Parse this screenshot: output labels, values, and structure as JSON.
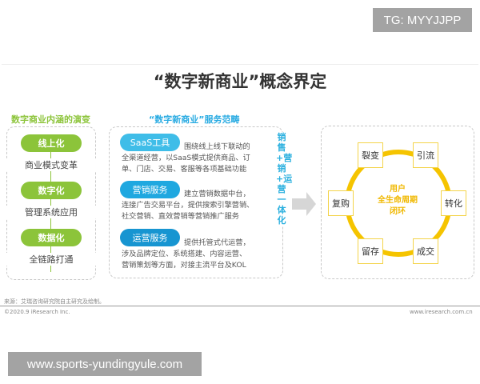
{
  "watermark_top": "TG: MYYJJPP",
  "watermark_bottom": "www.sports-yundingyule.com",
  "title": "“数字新商业”概念界定",
  "left": {
    "heading": "数字商业内涵的演变",
    "stages": [
      {
        "label": "线上化",
        "desc": "商业模式变革"
      },
      {
        "label": "数字化",
        "desc": "管理系统应用"
      },
      {
        "label": "数据化",
        "desc": "全链路打通"
      }
    ]
  },
  "middle": {
    "heading": "“数字新商业”服务范畴",
    "services": [
      {
        "label": "SaaS工具",
        "lines": [
          "围绕线上线下联动的",
          "全渠道经营，以SaaS模式提供商品、订",
          "单、门店、交易、客服等各项基础功能"
        ]
      },
      {
        "label": "营销服务",
        "lines": [
          "建立营销数据中台，",
          "连接广告交易平台，提供搜索引擎营销、",
          "社交营销、直效营销等营销推广服务"
        ]
      },
      {
        "label": "运营服务",
        "lines": [
          "提供托管式代运营，",
          "涉及品牌定位、系统搭建、内容运营、",
          "营销策划等方面，对接主流平台及KOL"
        ]
      }
    ],
    "vertical": "销售+营销+运营一体化"
  },
  "right": {
    "center": [
      "用户",
      "全生命周期",
      "闭环"
    ],
    "nodes": [
      "裂变",
      "引流",
      "转化",
      "成交",
      "留存",
      "复购"
    ]
  },
  "footer": {
    "source": "来源：艾瑞咨询研究院自主研究及绘制。",
    "copyright": "©2020.9 iResearch Inc.",
    "url": "www.iresearch.com.cn"
  },
  "colors": {
    "green": "#8cc43a",
    "blue": "#29abe2",
    "yellow": "#f5c400"
  }
}
